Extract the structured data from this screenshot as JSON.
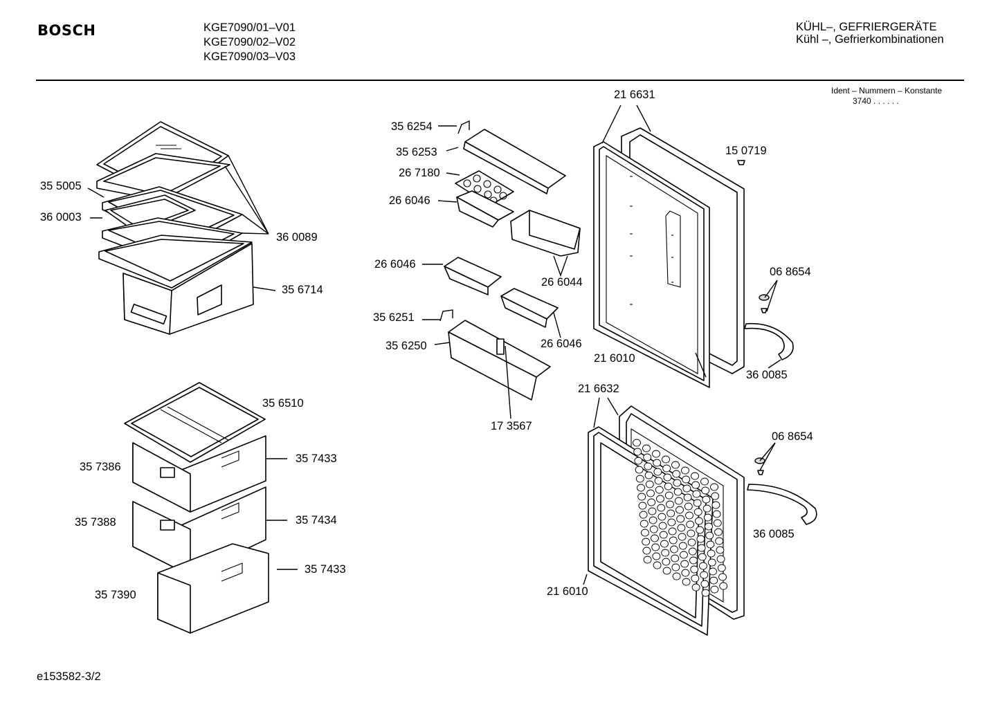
{
  "header": {
    "brand": "BOSCH",
    "models": [
      "KGE7090/01–V01",
      "KGE7090/02–V02",
      "KGE7090/03–V03"
    ],
    "category_line1": "KÜHL–, GEFRIERGERÄTE",
    "category_line2": "Kühl –, Gefrierkombinationen",
    "ident_label": "Ident – Nummern – Konstante",
    "ident_value": "3740  .  .     .  .  .  ."
  },
  "footer": {
    "drawing_id": "e153582-3/2"
  },
  "labels": {
    "shelf_355005": "35 5005",
    "shelf_360003": "36 0003",
    "shelf_360089": "36 0089",
    "box_356714": "35 6714",
    "cover_356510": "35 6510",
    "drawer_357386": "35 7386",
    "drawer_357433_a": "35 7433",
    "drawer_357388": "35 7388",
    "drawer_357434": "35 7434",
    "drawer_357433_b": "35 7433",
    "drawer_357390": "35 7390",
    "wire_356254": "35 6254",
    "tray_356253": "35 6253",
    "egg_267180": "26 7180",
    "cup_266046_a": "26 6046",
    "cup_266044": "26 6044",
    "cup_266046_b": "26 6046",
    "wire_356251": "35 6251",
    "tray_356250": "35 6250",
    "cup_266046_c": "26 6046",
    "clip_173567": "17 3567",
    "door_216631": "21 6631",
    "plug_150719": "15 0719",
    "cap_068654_a": "06 8654",
    "handle_360085_a": "36 0085",
    "seal_216010_a": "21 6010",
    "door_216632": "21 6632",
    "cap_068654_b": "06 8654",
    "handle_360085_b": "36 0085",
    "seal_216010_b": "21 6010"
  }
}
